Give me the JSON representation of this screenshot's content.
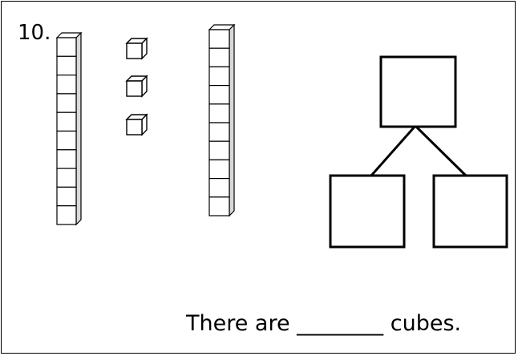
{
  "question": {
    "number": "10."
  },
  "sentence": {
    "text": "There are ________ cubes."
  },
  "manipulatives": {
    "ten_rods": 2,
    "unit_cubes": 3,
    "cubes_per_rod": 10
  },
  "number_bond": {
    "whole_box": "",
    "part_boxes": [
      "",
      ""
    ]
  }
}
